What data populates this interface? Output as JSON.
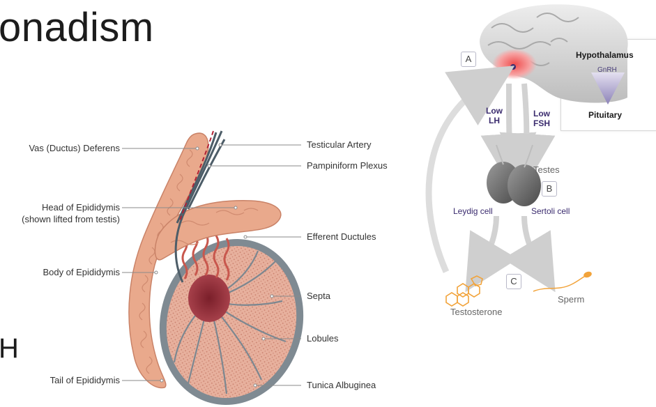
{
  "title": "onadism",
  "title_fragment": "H",
  "anatomy_labels": {
    "vas_deferens": "Vas (Ductus) Deferens",
    "head_epididymis": "Head of Epididymis",
    "head_epididymis_note": "(shown lifted from testis)",
    "body_epididymis": "Body of Epididymis",
    "tail_epididymis": "Tail of Epididymis",
    "testicular_artery": "Testicular Artery",
    "pampiniform_plexus": "Pampiniform Plexus",
    "efferent_ductules": "Efferent Ductules",
    "septa": "Septa",
    "lobules": "Lobules",
    "tunica_albuginea": "Tunica Albuginea"
  },
  "axis_labels": {
    "box_a": "A",
    "box_b": "B",
    "box_c": "C",
    "hypothalamus": "Hypothalamus",
    "gnrh": "GnRH",
    "pituitary": "Pituitary",
    "low_lh": "Low LH",
    "low_fsh": "Low FSH",
    "testes": "Testes",
    "leydig": "Leydig cell",
    "sertoli": "Sertoli cell",
    "testosterone": "Testosterone",
    "sperm": "Sperm"
  },
  "colors": {
    "epididymis": "#e9a98c",
    "testis_interior": "#c96a5d",
    "tunica": "#7f8a92",
    "brain": "#d6d6d6",
    "hypothalamus_glow": "#f36d6d",
    "hormone_text": "#3a2b6e",
    "testosterone_orange": "#f2a33a"
  }
}
